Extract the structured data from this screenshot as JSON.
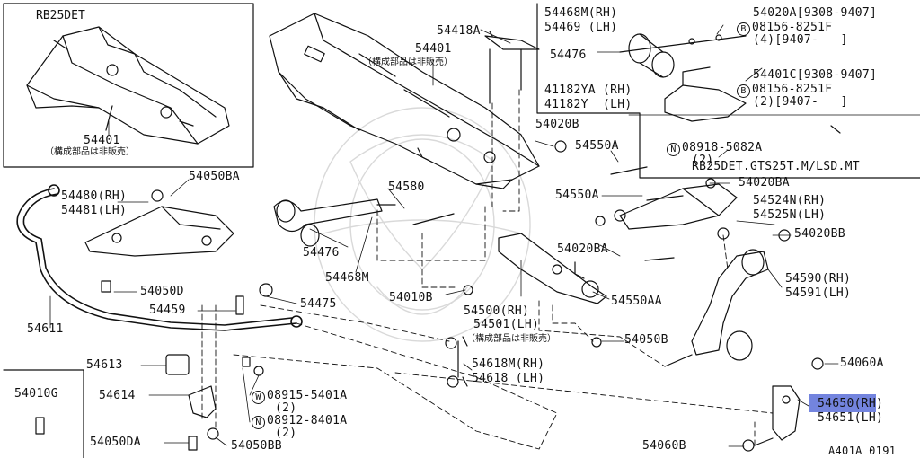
{
  "inset_rb25det": {
    "title": "RB25DET",
    "part": "54401",
    "note": "（構成部品は非販売）"
  },
  "inset_bottom": {
    "part": "54010G"
  },
  "labels": {
    "p54418A": "54418A",
    "p54401": "54401",
    "p54401_note": "（構成部品は非販売）",
    "p54468M_rh": "54468M(RH)",
    "p54469_lh": "54469 (LH)",
    "p54476_top": "54476",
    "p41182YA": "41182YA (RH)",
    "p41182Y": "41182Y  (LH)",
    "p54020A": "54020A[9308-9407]",
    "p08156_a": "08156-8251F",
    "p08156_a_qty": "(4)[9407-   ]",
    "p54401C": "54401C[9308-9407]",
    "p08156_b": "08156-8251F",
    "p08156_b_qty": "(2)[9407-   ]",
    "p54020B": "54020B",
    "p54550A_1": "54550A",
    "p08918": "08918-5082A",
    "p08918_qty": "(2)",
    "rb25_note": "RB25DET.GTS25T.M/LSD.MT",
    "p54050BA": "54050BA",
    "p54480": "54480(RH)",
    "p54481": "54481(LH)",
    "p54580": "54580",
    "p54550A_2": "54550A",
    "p54020BA_1": "54020BA",
    "p54524N": "54524N(RH)",
    "p54525N": "54525N(LH)",
    "p54020BB": "54020BB",
    "p54476_mid": "54476",
    "p54468M_mid": "54468M",
    "p54020BA_2": "54020BA",
    "p54050D": "54050D",
    "p54459": "54459",
    "p54475": "54475",
    "p54010B": "54010B",
    "p54550AA": "54550AA",
    "p54590": "54590(RH)",
    "p54591": "54591(LH)",
    "p54500": "54500(RH)",
    "p54501": "54501(LH)",
    "p54501_note": "（構成部品は非販売）",
    "p54611": "54611",
    "p54050B": "54050B",
    "p54613": "54613",
    "p54618M": "54618M(RH)",
    "p54618": "54618 (LH)",
    "p54060A": "54060A",
    "p54614": "54614",
    "p08915": "08915-5401A",
    "p08915_qty": "(2)",
    "p08912": "08912-8401A",
    "p08912_qty": "(2)",
    "p54650": "54650(RH)",
    "p54651": "54651(LH)",
    "p54050DA": "54050DA",
    "p54050BB": "54050BB",
    "p54060B": "54060B",
    "figure_code": "A401A 0191"
  },
  "markers": {
    "b": "B",
    "n": "N",
    "w": "W"
  },
  "highlight_color": "#5a6fd8"
}
